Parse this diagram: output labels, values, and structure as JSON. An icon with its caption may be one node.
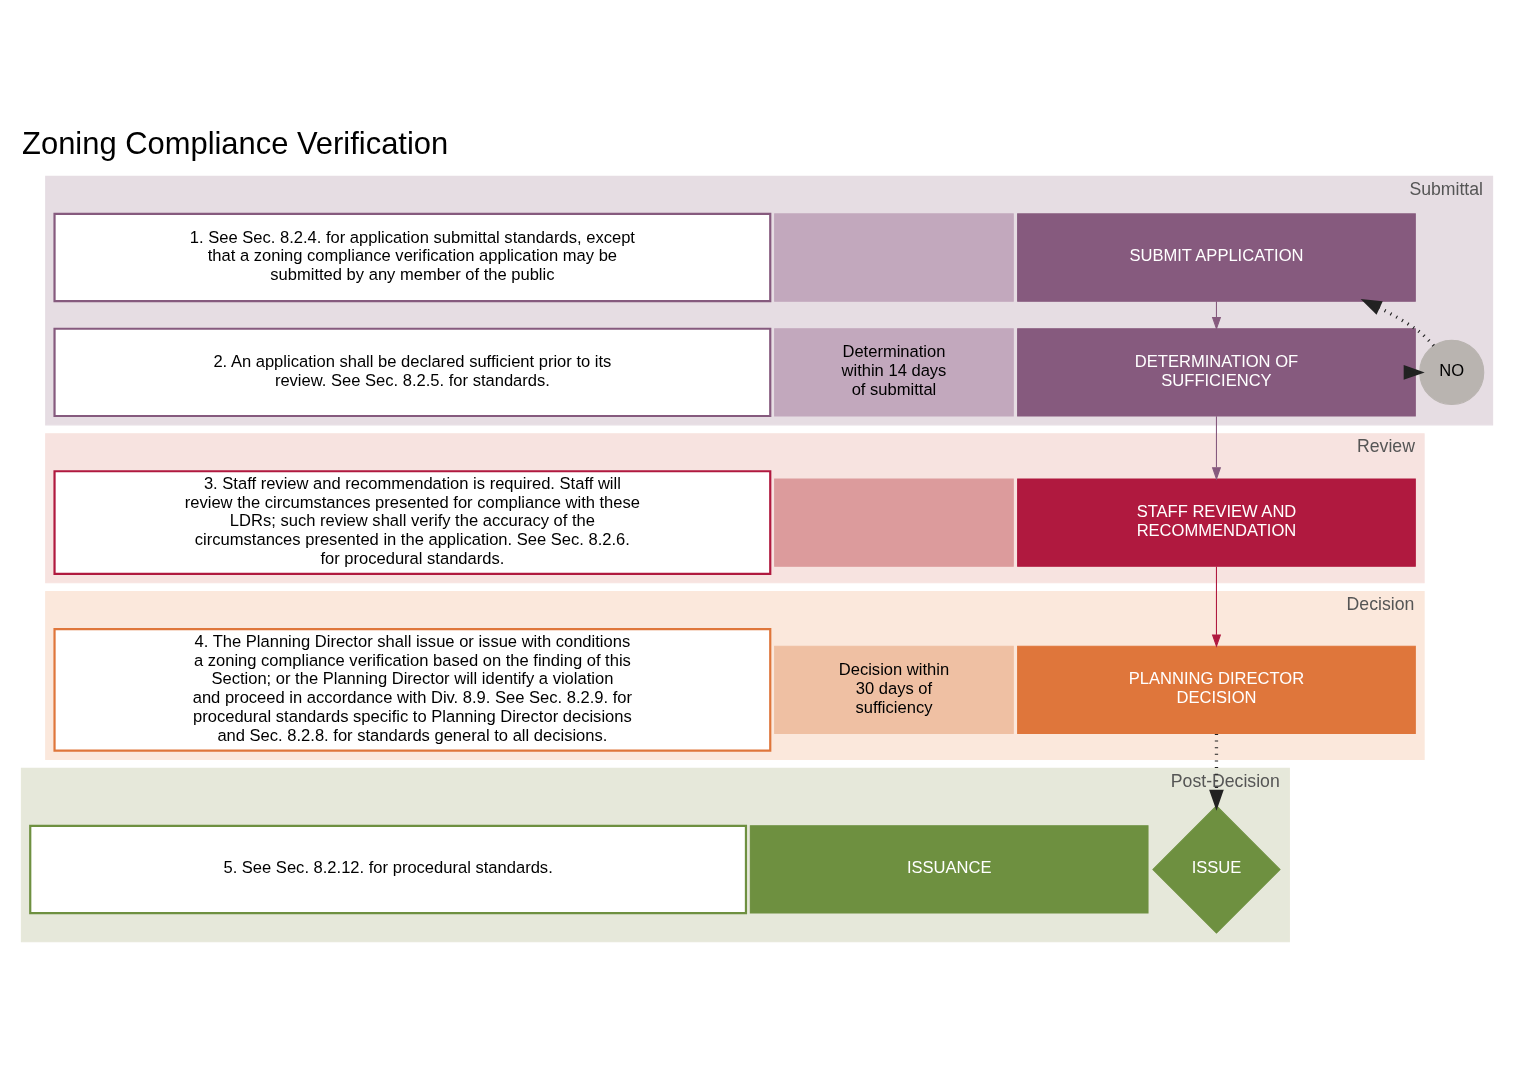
{
  "diagram": {
    "title": "Zoning Compliance Verification",
    "nodes": [
      {
        "text": [
          "Submittal"
        ]
      },
      {
        "text": [
          "SUBMIT APPLICATION"
        ],
        "in": 0
      },
      {
        "text": [],
        "shape": "box",
        "in": 0
      },
      {
        "text": [
          "1. See Sec. 8.2.4. for application submittal standards, except that a zoning compliance verification application may be submitted by any member of the public"
        ],
        "in": 0
      },
      {
        "text": [
          "DETERMINATION OF SUFFICIENCY"
        ],
        "in": 0
      },
      {
        "text": [
          "Determination within 14 days of submittal"
        ],
        "in": 0
      },
      {
        "text": [
          "2. An application shall be declared sufficient prior to its review. See Sec. 8.2.5. for standards."
        ],
        "in": 0
      },
      {
        "text": [
          "NO"
        ],
        "in": 0
      },
      {
        "text": [
          "Review"
        ]
      },
      {
        "text": [
          "STAFF REVIEW AND RECOMMENDATION"
        ],
        "in": 8
      },
      {
        "text": [],
        "shape": "box",
        "in": 8
      },
      {
        "text": [
          "3. Staff review and recommendation is required. Staff will review the circumstances presented for compliance with these LDRs; such review shall verify the accuracy of the circumstances presented in the application. See Sec. 8.2.6. for procedural standards."
        ],
        "in": 8
      },
      {
        "text": [
          "Decision"
        ]
      },
      {
        "text": [
          "PLANNING DIRECTOR DECISION"
        ],
        "in": 12
      },
      {
        "text": [
          "Decision within 30 days of sufficiency"
        ],
        "in": 12
      },
      {
        "text": [
          "4. The Planning Director shall issue or issue with conditions a zoning compliance verification based on the finding of this Section; or the Planning Director will identify a violation and proceed in accordance with Div. 8.9. See Sec. 8.2.9. for procedural standards specific to Planning Director decisions and Sec. 8.2.8. for standards general to all decisions."
        ],
        "in": 12
      },
      {
        "text": [
          "Post-Decision"
        ]
      },
      {
        "text": [
          "ISSUE"
        ],
        "in": 16
      },
      {
        "text": [
          "ISSUANCE"
        ],
        "in": 16
      },
      {
        "text": [
          "5. See Sec. 8.2.12. for procedural standards."
        ],
        "in": 16
      }
    ],
    "edges": [
      {
        "from": 1,
        "to": 4,
        "arrow": "to",
        "color": "#865a7e"
      },
      {
        "from": 4,
        "to": 9,
        "arrow": "to",
        "color": "#865a7e"
      },
      {
        "from": 9,
        "to": 13,
        "arrow": "to",
        "color": "#b0193f"
      },
      {
        "from": 13,
        "to": 17,
        "arrow": "to",
        "style": "dashed",
        "color": "#222222"
      },
      {
        "from": 4,
        "to": 7,
        "arrow": "to",
        "style": "dashed",
        "color": "#222222"
      },
      {
        "from": 7,
        "to": 1,
        "arrow": "to",
        "style": "dashed",
        "color": "#222222"
      }
    ]
  }
}
